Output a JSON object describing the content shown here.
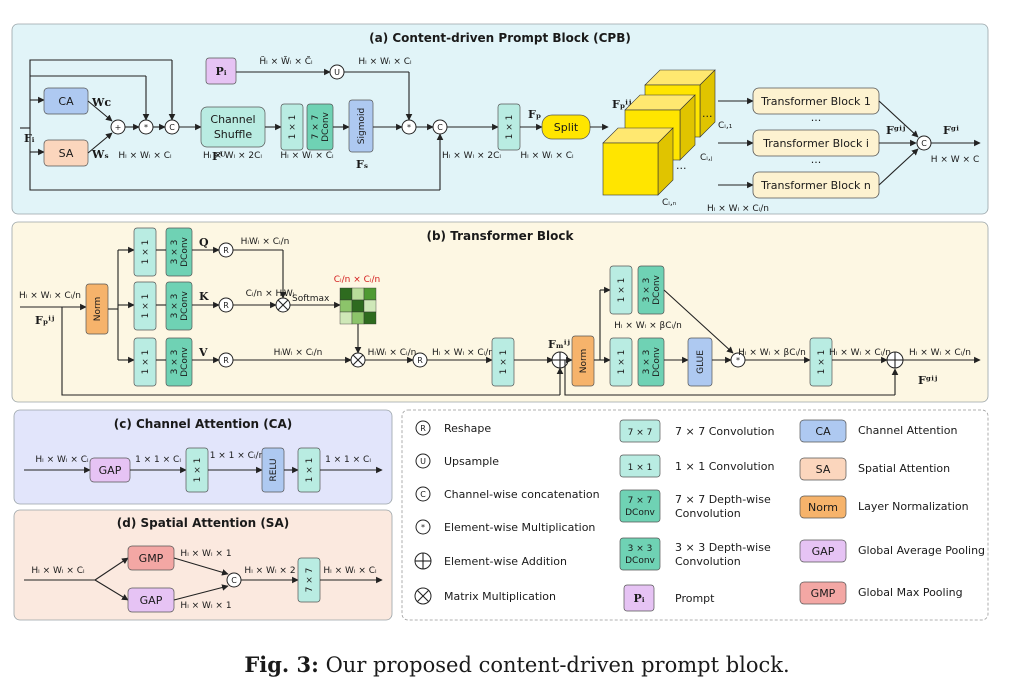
{
  "panels": {
    "cpb_title": "(a) Content-driven Prompt Block (CPB)",
    "tb_title": "(b) Transformer Block",
    "ca_title": "(c) Channel Attention (CA)",
    "sa_title": "(d) Spatial Attention (SA)"
  },
  "cpb": {
    "ca": "CA",
    "sa": "SA",
    "fi": "Fᵢ",
    "wc": "Wᴄ",
    "ws": "Wₛ",
    "dim1": "Hᵢ × Wᵢ × Cᵢ",
    "channel_shuffle_1": "Channel",
    "channel_shuffle_2": "Shuffle",
    "fw": "Fᵂ",
    "dim2": "Hᵢ × Wᵢ × 2Cᵢ",
    "conv1": "1 × 1",
    "dconv7_1": "7 × 7",
    "dconv7_2": "DConv",
    "dim3": "Hᵢ × Wᵢ × Cᵢ",
    "sigmoid": "Sigmoid",
    "fs": "Fₛ",
    "prompt": "Pᵢ",
    "prompt_dim": "H̃ᵢ × W̃ᵢ × C̃ᵢ",
    "up_dim": "Hᵢ × Wᵢ × Cᵢ",
    "dim4": "Hᵢ × Wᵢ × 2Cᵢ",
    "conv2": "1 × 1",
    "fp": "Fₚ",
    "dim5": "Hᵢ × Wᵢ × Cᵢ",
    "split": "Split",
    "fpij": "Fₚⁱʲ",
    "ci1": "Cᵢ,₁",
    "cij": "Cᵢ,ⱼ",
    "cin": "Cᵢ,ₙ",
    "tb1": "Transformer Block 1",
    "tbi": "Transformer Block i",
    "tbn": "Transformer Block n",
    "dots": "···",
    "fgij": "Fᵍⁱʲ",
    "fgi": "Fᵍⁱ",
    "out_dim": "H × W × C",
    "split_dim": "Hᵢ × Wᵢ × Cᵢ/n"
  },
  "tb": {
    "in_dim": "Hᵢ × Wᵢ × Cᵢ/n",
    "fpij": "Fₚⁱʲ",
    "norm": "Norm",
    "conv": "1 × 1",
    "dconv_a": "3 × 3",
    "dconv_b": "DConv",
    "q": "Q",
    "k": "K",
    "v": "V",
    "q_dim": "HᵢWᵢ × Cᵢ/n",
    "k_dim": "Cᵢ/n × HᵢWᵢ",
    "v_dim": "HᵢWᵢ × Cᵢ/n",
    "softmax": "Softmax",
    "attn_dim": "Cᵢ/n × Cᵢ/n",
    "mm_dim": "HᵢWᵢ × Cᵢ/n",
    "r_dim": "Hᵢ × Wᵢ × Cᵢ/n",
    "fmij": "Fₘⁱʲ",
    "norm2": "Norm",
    "glue": "GLUE",
    "beta_dim": "Hᵢ × Wᵢ × βCᵢ/n",
    "beta_dim2": "Hᵢ × Wᵢ × βCᵢ/n",
    "conv_out_dim": "Hᵢ × Wᵢ × Cᵢ/n",
    "final_dim": "Hᵢ × Wᵢ × Cᵢ/n",
    "fgij": "Fᵍⁱʲ"
  },
  "ca": {
    "in_dim": "Hᵢ × Wᵢ × Cᵢ",
    "gap": "GAP",
    "d1": "1 × 1 × Cᵢ",
    "conv": "1 × 1",
    "d2": "1 × 1 × Cᵢ/r",
    "relu": "RELU",
    "d3": "1 × 1 × Cᵢ"
  },
  "sa": {
    "in_dim": "Hᵢ × Wᵢ × Cᵢ",
    "gmp": "GMP",
    "gap": "GAP",
    "d_top": "Hᵢ × Wᵢ × 1",
    "d_bot": "Hᵢ × Wᵢ × 1",
    "d_cat": "Hᵢ × Wᵢ × 2",
    "conv": "7 × 7",
    "out_dim": "Hᵢ × Wᵢ × Cᵢ"
  },
  "legend": {
    "reshape": "Reshape",
    "upsample": "Upsample",
    "concat": "Channel-wise concatenation",
    "mult": "Element-wise Multiplication",
    "add": "Element-wise Addition",
    "matmul": "Matrix Multiplication",
    "conv7": "7 × 7 Convolution",
    "conv1": "1 × 1 Convolution",
    "dconv7_1": "7 × 7  Depth-wise",
    "dconv7_2": "Convolution",
    "dconv3_1": "3 × 3  Depth-wise",
    "dconv3_2": "Convolution",
    "prompt": "Prompt",
    "ca": "Channel Attention",
    "sa": "Spatial Attention",
    "norm": "Layer Normalization",
    "gap": "Global Average Pooling",
    "gmp": "Global Max Pooling",
    "box7": "7 × 7",
    "box1": "1 × 1",
    "box7d_a": "7 × 7",
    "box7d_b": "DConv",
    "box3d_a": "3 × 3",
    "box3d_b": "DConv",
    "boxp": "Pᵢ",
    "boxca": "CA",
    "boxsa": "SA",
    "boxnorm": "Norm",
    "boxgap": "GAP",
    "boxgmp": "GMP",
    "sym_r": "R",
    "sym_u": "U",
    "sym_c": "C",
    "sym_m": "*"
  },
  "caption": {
    "label": "Fig. 3:",
    "text": "Our proposed content-driven prompt block."
  },
  "colors": {
    "cpb_bg": "#e1f4f8",
    "tb_bg": "#fdf7e3",
    "ca_bg": "#e2e5fb",
    "sa_bg": "#fbe9df",
    "teal": "#b9ece2",
    "green": "#6fd2b4",
    "blue": "#aec9f1",
    "peach": "#fbd6bd",
    "orange": "#f6b36b",
    "yellow": "#ffe500",
    "purple": "#e6c3f4",
    "red": "#f3a7a4",
    "lightyellow": "#fdf2d0"
  }
}
